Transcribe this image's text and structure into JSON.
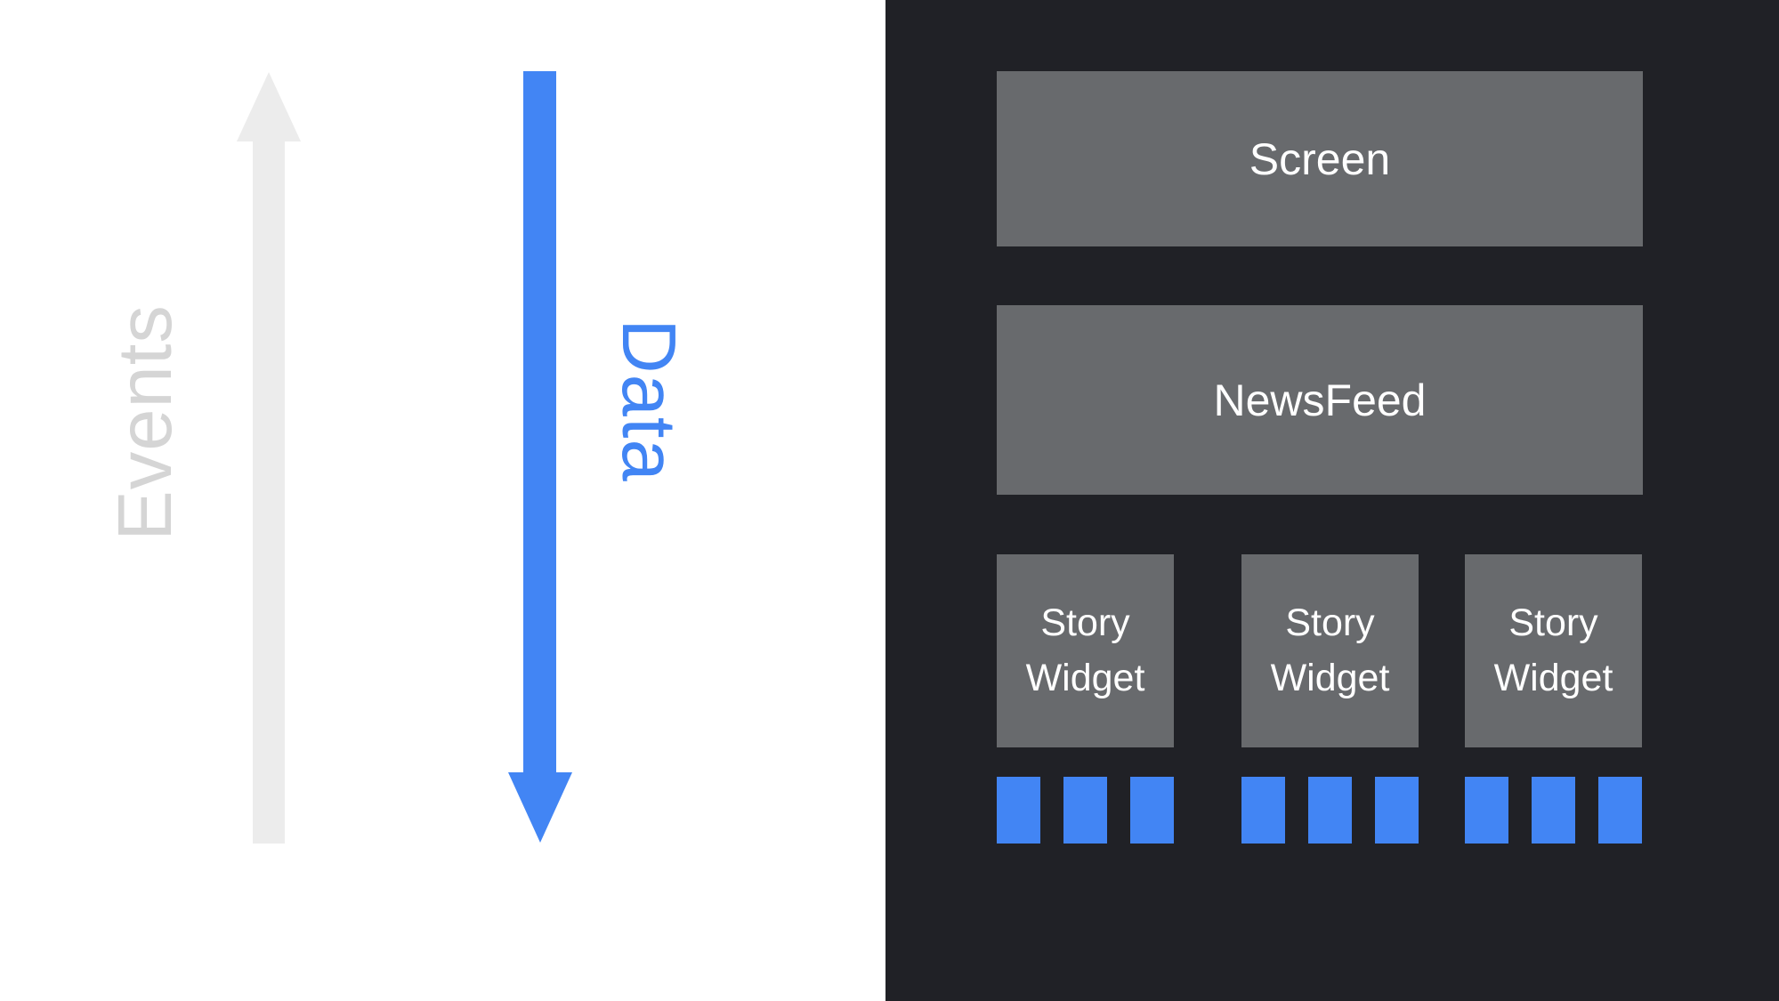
{
  "flow": {
    "events_label": "Events",
    "data_label": "Data"
  },
  "widget_tree": {
    "screen_label": "Screen",
    "newsfeed_label": "NewsFeed",
    "story_widgets": [
      {
        "label": "Story Widget"
      },
      {
        "label": "Story Widget"
      },
      {
        "label": "Story Widget"
      }
    ],
    "data_items_per_widget": 3
  },
  "colors": {
    "background_white": "#FFFFFF",
    "panel_dark": "#202126",
    "box_gray": "#686A6D",
    "arrow_light_gray": "#ECECEC",
    "events_text_gray": "#D5D5D5",
    "accent_blue": "#4285F4",
    "text_white": "#FFFFFF"
  }
}
